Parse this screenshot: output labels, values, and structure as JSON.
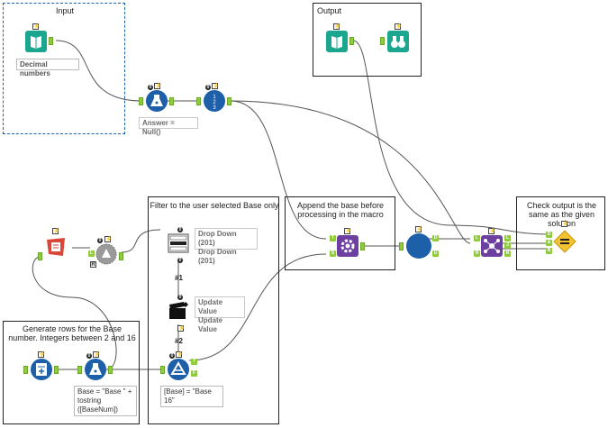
{
  "containers": {
    "input": "Input",
    "output": "Output",
    "filter": "Filter to the user selected Base only",
    "append": "Append the base before processing in the macro",
    "check": "Check output is the same as the given solution",
    "generate": "Generate rows for the Base number. Integers between 2 and 16"
  },
  "annotations": {
    "input_data": "Decimal numbers",
    "formula_null": "Answer = Null()",
    "dropdown": "Drop Down (201)\nDrop Down (201)",
    "update_value": "Update Value\nUpdate Value",
    "base_formula": "Base = \"Base \" +\ntostring\n([BaseNum])",
    "filter_expr": "[Base] = \"Base\n16\""
  },
  "labels": {
    "conn1": "#1",
    "conn2": "#2"
  },
  "icons": {
    "input": "input-data-icon",
    "formula": "formula-flask-icon",
    "record_id": "record-id-icon",
    "browse": "binoculars-icon",
    "macro": "macro-gear-icon",
    "join": "join-circle-icon",
    "union": "union-icon",
    "test": "test-equal-icon",
    "dropdown": "dropdown-interface-icon",
    "action": "action-clapper-icon",
    "filter": "filter-icon",
    "generate_rows": "generate-rows-icon",
    "text_input": "text-input-icon",
    "select": "select-icon"
  },
  "colors": {
    "teal": "#1aa68f",
    "blue": "#1d5fa8",
    "purple": "#6c3fa0",
    "yellow": "#f2c230",
    "red": "#d9463a",
    "gray": "#8a8a8a",
    "anchor": "#8fcb3b"
  }
}
